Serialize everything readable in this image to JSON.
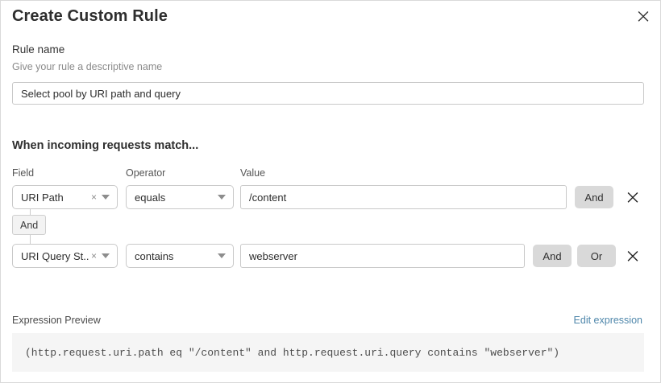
{
  "dialog": {
    "title": "Create Custom Rule",
    "close_icon": "close-icon"
  },
  "rule_name": {
    "label": "Rule name",
    "help": "Give your rule a descriptive name",
    "value": "Select pool by URI path and query",
    "placeholder": "Enter rule name"
  },
  "conditions": {
    "heading": "When incoming requests match...",
    "columns": {
      "field": "Field",
      "operator": "Operator",
      "value": "Value"
    },
    "connector": {
      "label": "And"
    },
    "rows": [
      {
        "field": "URI Path",
        "field_clear_icon": "×",
        "operator": "equals",
        "value": "/content",
        "value_placeholder": "Enter value",
        "buttons": [
          "And"
        ],
        "delete_icon": "close-icon"
      },
      {
        "field": "URI Query St...",
        "field_clear_icon": "×",
        "operator": "contains",
        "value": "webserver",
        "value_placeholder": "Enter value",
        "buttons": [
          "And",
          "Or"
        ],
        "delete_icon": "close-icon"
      }
    ]
  },
  "expression": {
    "label": "Expression Preview",
    "edit_link": "Edit expression",
    "code": "(http.request.uri.path eq \"/content\" and http.request.uri.query contains \"webserver\")"
  },
  "colors": {
    "link": "#4f87ab",
    "pill_bg": "#d9d9d9",
    "code_bg": "#f5f5f5",
    "border": "#c9c9c9"
  }
}
